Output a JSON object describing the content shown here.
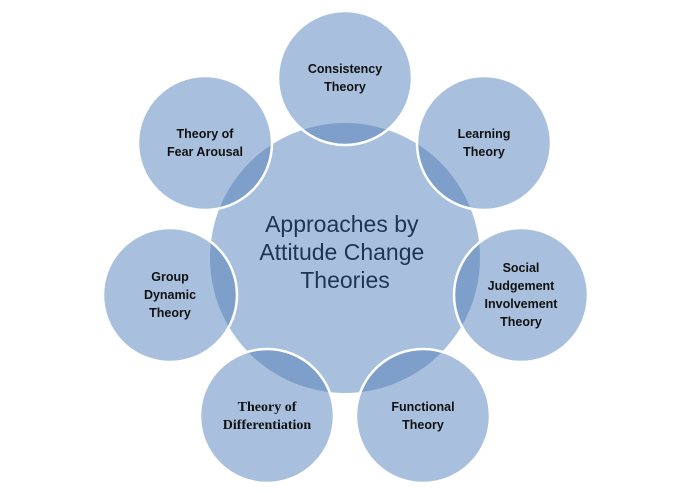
{
  "diagram": {
    "center": {
      "lines": [
        "Approaches by",
        "Attitude Change",
        "Theories"
      ]
    },
    "satellites": [
      {
        "id": "consistency",
        "lines": [
          "Consistency",
          "Theory"
        ]
      },
      {
        "id": "learning",
        "lines": [
          "Learning",
          "Theory"
        ]
      },
      {
        "id": "social-judgement",
        "lines": [
          "Social",
          "Judgement",
          "Involvement",
          "Theory"
        ]
      },
      {
        "id": "functional",
        "lines": [
          "Functional",
          "Theory"
        ]
      },
      {
        "id": "differentiation",
        "lines": [
          "Theory of",
          "Differentiation"
        ]
      },
      {
        "id": "group-dynamic",
        "lines": [
          "Group",
          "Dynamic",
          "Theory"
        ]
      },
      {
        "id": "fear-arousal",
        "lines": [
          "Theory of",
          "Fear Arousal"
        ]
      }
    ],
    "colors": {
      "fill": "#a8c0de",
      "overlap": "#7f9fcb",
      "stroke": "#ffffff",
      "center_text": "#1f3550",
      "satellite_text": "#111111"
    }
  }
}
